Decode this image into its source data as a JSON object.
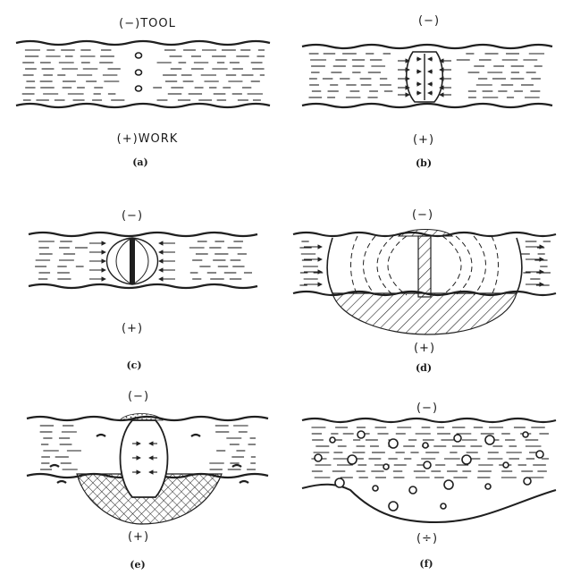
{
  "panels": [
    {
      "id": "a",
      "caption": "(a)",
      "top_label": "(−)TOOL",
      "bottom_label": "(+)WORK"
    },
    {
      "id": "b",
      "caption": "(b)",
      "top_label": "(−)",
      "bottom_label": "(+)"
    },
    {
      "id": "c",
      "caption": "(c)",
      "top_label": "(−)",
      "bottom_label": "(+)"
    },
    {
      "id": "d",
      "caption": "(d)",
      "top_label": "(−)",
      "bottom_label": "(+)"
    },
    {
      "id": "e",
      "caption": "(e)",
      "top_label": "(−)",
      "bottom_label": "(+)"
    },
    {
      "id": "f",
      "caption": "(f)",
      "top_label": "(−)",
      "bottom_label": "(÷)"
    }
  ],
  "colors": {
    "ink": "#1f1f1f",
    "paper": "#ffffff"
  }
}
